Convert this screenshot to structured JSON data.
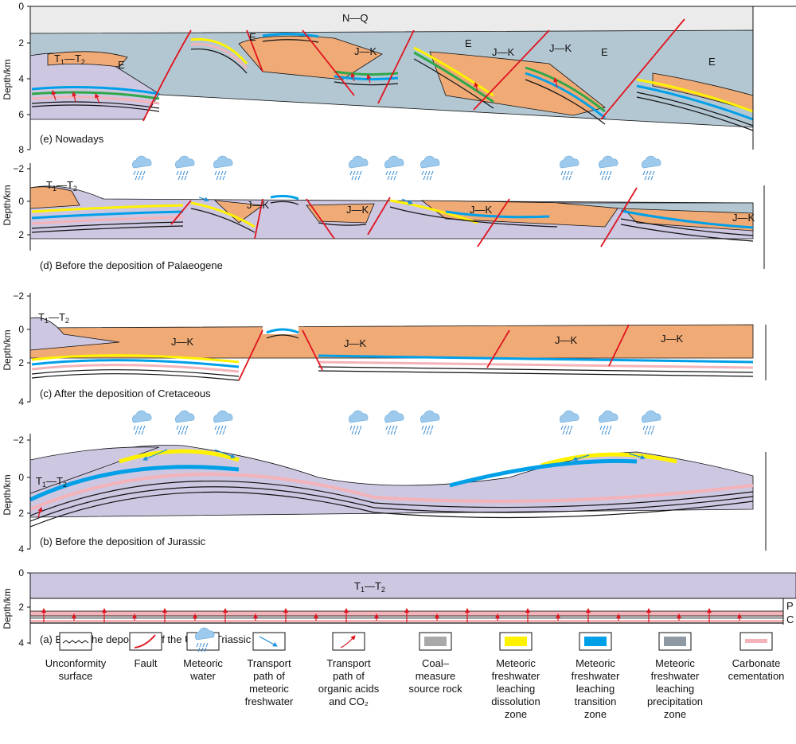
{
  "colors": {
    "quaternary": "#ebebeb",
    "eocene": "#b3c7d3",
    "jura_cret": "#efaa76",
    "triassic": "#cdc7e2",
    "coal": "#a9a9a9",
    "dissolution": "#fff200",
    "transition": "#00a0e8",
    "precipitation": "#8f99a3",
    "carbonate": "#f4b3b8",
    "fault": "#e0141e",
    "green": "#2fa84a"
  },
  "axis_label": "Depth/km",
  "panels": [
    {
      "id": "e",
      "caption": "(e) Nowadays",
      "ticks": [
        "0",
        "2",
        "4",
        "6",
        "8"
      ]
    },
    {
      "id": "d",
      "caption": "(d) Before the deposition of Palaeogene",
      "ticks": [
        "−2",
        "0",
        "2"
      ]
    },
    {
      "id": "c",
      "caption": "(c) After the deposition of Cretaceous",
      "ticks": [
        "−2",
        "0",
        "2",
        "4"
      ]
    },
    {
      "id": "b",
      "caption": "(b) Before the deposition of Jurassic",
      "ticks": [
        "−2",
        "0",
        "2",
        "4"
      ]
    },
    {
      "id": "a",
      "caption": "(a) Before the deposition of the Upper Triassic",
      "ticks": [
        "0",
        "2",
        "4"
      ]
    }
  ],
  "unit_labels": {
    "nq": "N—Q",
    "e": "E",
    "jk": "J—K",
    "t1": "T",
    "sub1": "1",
    "dash": "—T",
    "sub2": "2",
    "p": "P",
    "c": "C"
  },
  "legend": [
    {
      "key": "unconformity",
      "lines": [
        "Unconformity",
        "surface"
      ],
      "icon": "unconformity-icon"
    },
    {
      "key": "fault",
      "lines": [
        "Fault"
      ],
      "icon": "fault-icon"
    },
    {
      "key": "meteoric",
      "lines": [
        "Meteoric",
        "water"
      ],
      "icon": "rain-cloud-icon"
    },
    {
      "key": "transport_fresh",
      "lines": [
        "Transport",
        "path of",
        "meteoric",
        "freshwater"
      ],
      "icon": "blue-arrow-icon"
    },
    {
      "key": "transport_acid",
      "lines": [
        "Transport",
        "path of",
        "organic acids",
        "and CO₂"
      ],
      "icon": "red-arrow-icon"
    },
    {
      "key": "coal",
      "lines": [
        "Coal–",
        "measure",
        "source rock"
      ],
      "icon": "coal-swatch-icon"
    },
    {
      "key": "dissolution",
      "lines": [
        "Meteoric",
        "freshwater",
        "leaching",
        "dissolution",
        "zone"
      ],
      "icon": "yellow-swatch-icon"
    },
    {
      "key": "transition",
      "lines": [
        "Meteoric",
        "freshwater",
        "leaching",
        "transition",
        "zone"
      ],
      "icon": "blue-swatch-icon"
    },
    {
      "key": "precipitation",
      "lines": [
        "Meteoric",
        "freshwater",
        "leaching",
        "precipitation",
        "zone"
      ],
      "icon": "gray-swatch-icon"
    },
    {
      "key": "carbonate",
      "lines": [
        "Carbonate",
        "cementation"
      ],
      "icon": "pink-line-icon"
    }
  ]
}
